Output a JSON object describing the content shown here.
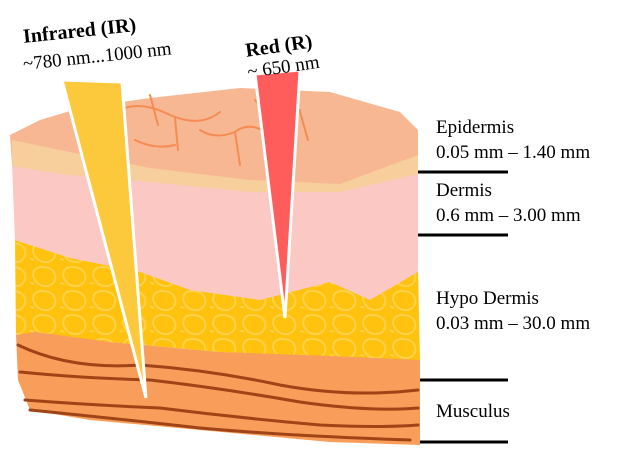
{
  "beams": {
    "ir": {
      "title": "Infrared (IR)",
      "range": "~780 nm...1000 nm",
      "color": "#fcc93c"
    },
    "red": {
      "title": "Red (R)",
      "range": "~ 650 nm",
      "color": "#ff5c5c"
    }
  },
  "layers": {
    "epidermis": {
      "name": "Epidermis",
      "range": "0.05 mm – 1.40 mm",
      "color": "#f7b793"
    },
    "dermis": {
      "name": "Dermis",
      "range": "0.6 mm – 3.00 mm",
      "color": "#fbc8c4"
    },
    "hypodermis": {
      "name": "Hypo Dermis",
      "range": "0.03 mm – 30.0 mm",
      "color": "#ffc20e"
    },
    "musculus": {
      "name": "Musculus",
      "color": "#f89d5a"
    }
  }
}
